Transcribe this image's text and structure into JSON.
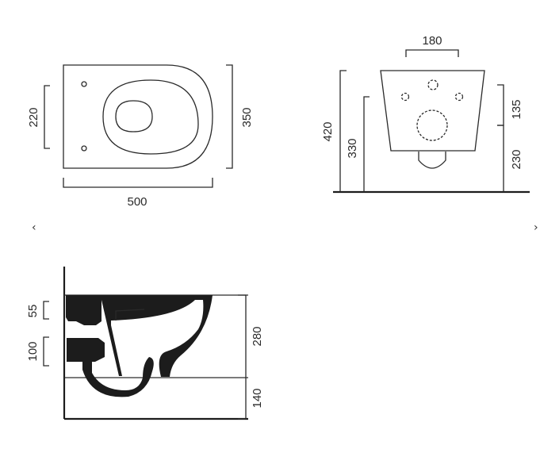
{
  "top_view": {
    "width": "500",
    "depth_outer": "350",
    "depth_fixing": "220"
  },
  "front_view": {
    "fixing_width": "180",
    "total_height": "420",
    "floor_to_inlet": "330",
    "drain_height": "230",
    "top_to_fixing": "135"
  },
  "side_view": {
    "inlet_height": "55",
    "outlet_height": "100",
    "bowl_height": "280",
    "floor_clearance": "140"
  },
  "navigation": {
    "prev_symbol": "‹",
    "next_symbol": "›"
  },
  "colors": {
    "line": "#2a2a2a",
    "fill": "#1c1c1c"
  }
}
